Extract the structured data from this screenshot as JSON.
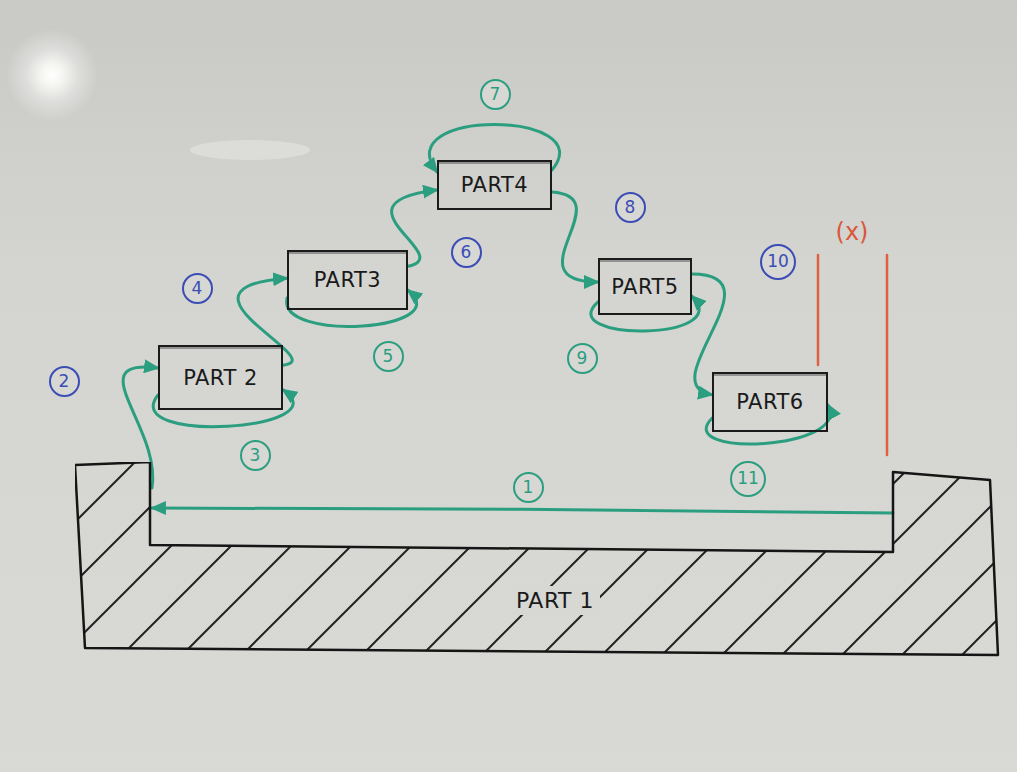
{
  "diagram": {
    "nodes": [
      {
        "text": [
          "PART 1"
        ]
      },
      {
        "text": [
          "PART 2"
        ]
      },
      {
        "text": [
          "PART3"
        ]
      },
      {
        "text": [
          "PART4"
        ]
      },
      {
        "text": [
          "PART5"
        ]
      },
      {
        "text": [
          "PART6"
        ]
      }
    ],
    "edges": [
      {
        "from": 0,
        "to": 0,
        "arrow": "to",
        "label": "1"
      },
      {
        "from": 0,
        "to": 1,
        "arrow": "to",
        "label": "2"
      },
      {
        "from": 1,
        "to": 1,
        "arrow": "to",
        "label": "3"
      },
      {
        "from": 1,
        "to": 2,
        "arrow": "to",
        "label": "4"
      },
      {
        "from": 2,
        "to": 2,
        "arrow": "to",
        "label": "5"
      },
      {
        "from": 2,
        "to": 3,
        "arrow": "to",
        "label": "6"
      },
      {
        "from": 3,
        "to": 3,
        "arrow": "to",
        "label": "7"
      },
      {
        "from": 3,
        "to": 4,
        "arrow": "to",
        "label": "8"
      },
      {
        "from": 4,
        "to": 4,
        "arrow": "to",
        "label": "9"
      },
      {
        "from": 4,
        "to": 5,
        "arrow": "to",
        "label": "10"
      },
      {
        "from": 5,
        "to": 5,
        "arrow": "to",
        "label": "11"
      }
    ],
    "labels": [
      "(x)"
    ]
  }
}
